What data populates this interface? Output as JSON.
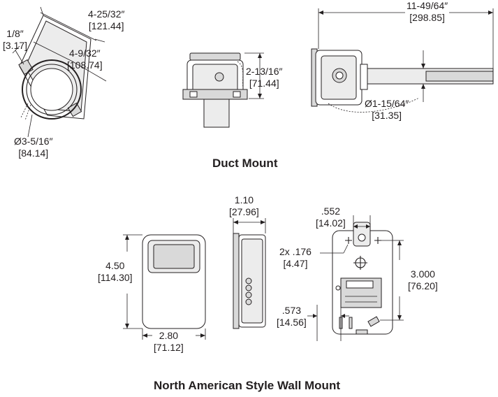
{
  "duct_mount": {
    "caption": "Duct Mount",
    "angled_view": {
      "flange_dim": [
        "1/8″",
        "[3.17]"
      ],
      "overall_length": [
        "4-25/32″",
        "[121.44]"
      ],
      "inner_length": [
        "4-9/32″",
        "[108.74]"
      ],
      "diameter": [
        "Ø3-5/16″",
        "[84.14]"
      ]
    },
    "side_view": {
      "height": [
        "2-13/16″",
        "[71.44]"
      ]
    },
    "probe_view": {
      "length": [
        "11-49/64″",
        "[298.85]"
      ],
      "probe_diameter": [
        "Ø1-15/64″",
        "[31.35]"
      ]
    }
  },
  "wall_mount": {
    "caption": "North American Style Wall Mount",
    "front_view": {
      "height": [
        "4.50",
        "[114.30]"
      ],
      "width": [
        "2.80",
        "[71.12]"
      ]
    },
    "side_view": {
      "depth": [
        "1.10",
        "[27.96]"
      ]
    },
    "back_view": {
      "slot_width": [
        ".552",
        "[14.02]"
      ],
      "hole_size": [
        "2x .176",
        "[4.47]"
      ],
      "hole_spacing": [
        "3.000",
        "[76.20]"
      ],
      "bottom_offset": [
        ".573",
        "[14.56]"
      ]
    }
  }
}
